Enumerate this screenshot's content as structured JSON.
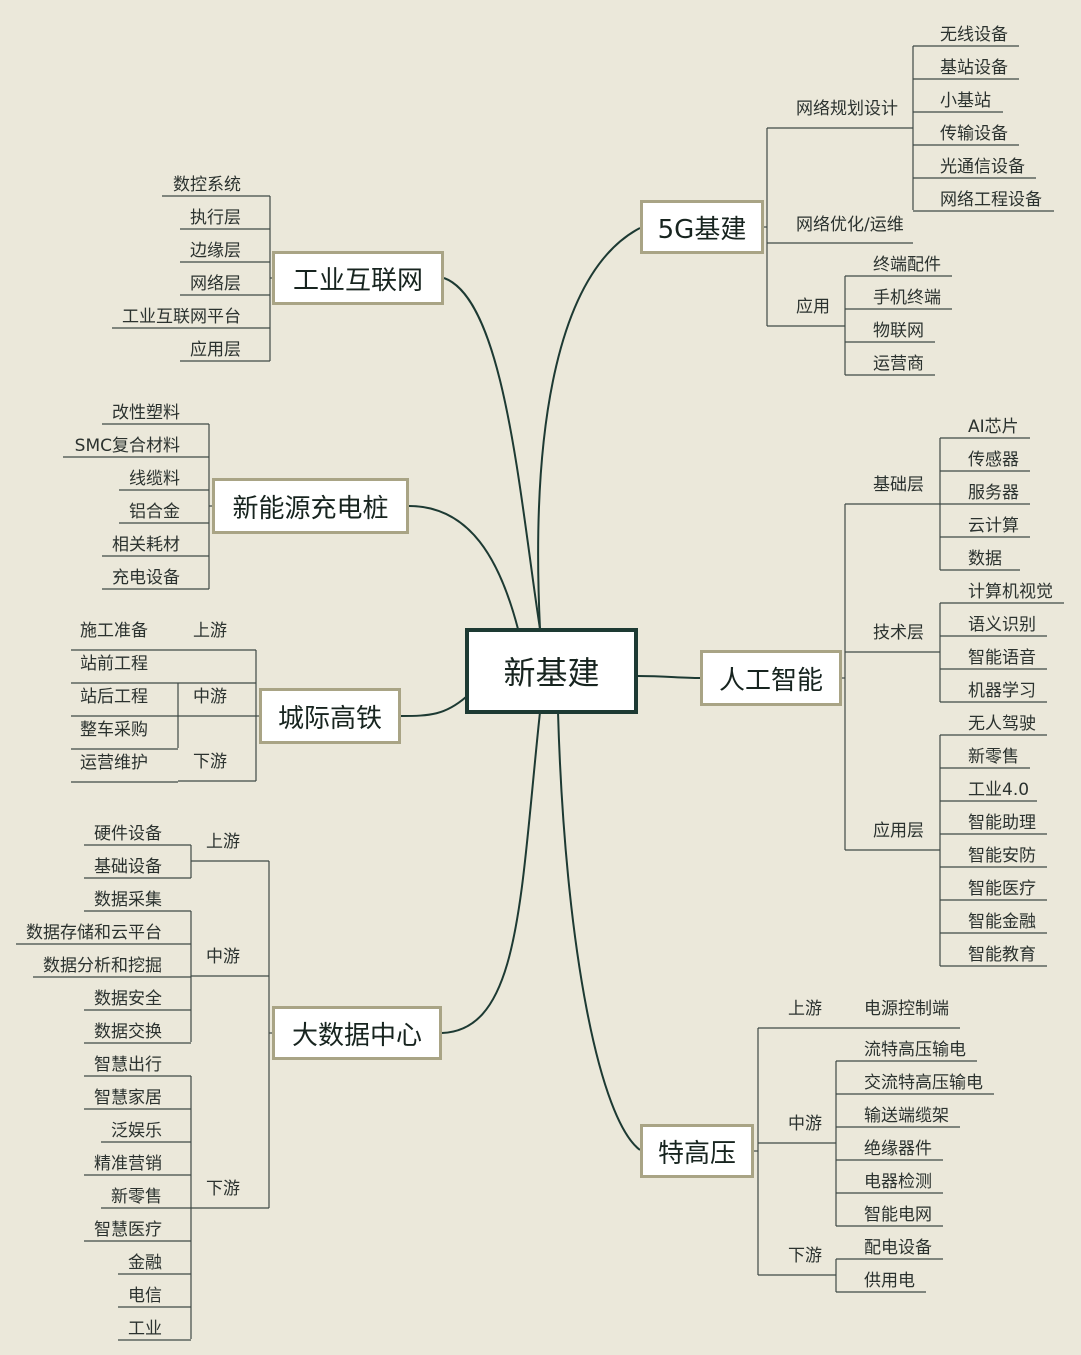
{
  "root": "新基建",
  "branches": {
    "g5": {
      "title": "5G基建",
      "sub": [
        {
          "label": "网络规划设计",
          "items": [
            "无线设备",
            "基站设备",
            "小基站",
            "传输设备",
            "光通信设备",
            "网络工程设备"
          ]
        },
        {
          "label": "网络优化/运维",
          "items": []
        },
        {
          "label": "应用",
          "items": [
            "终端配件",
            "手机终端",
            "物联网",
            "运营商"
          ]
        }
      ]
    },
    "ai": {
      "title": "人工智能",
      "sub": [
        {
          "label": "基础层",
          "items": [
            "AI芯片",
            "传感器",
            "服务器",
            "云计算",
            "数据"
          ]
        },
        {
          "label": "技术层",
          "items": [
            "计算机视觉",
            "语义识别",
            "智能语音",
            "机器学习"
          ]
        },
        {
          "label": "应用层",
          "items": [
            "无人驾驶",
            "新零售",
            "工业4.0",
            "智能助理",
            "智能安防",
            "智能医疗",
            "智能金融",
            "智能教育"
          ]
        }
      ]
    },
    "uhv": {
      "title": "特高压",
      "sub": [
        {
          "label": "上游",
          "items": [
            "电源控制端"
          ]
        },
        {
          "label": "中游",
          "items": [
            "流特高压输电",
            "交流特高压输电",
            "输送端缆架",
            "绝缘器件",
            "电器检测",
            "智能电网"
          ]
        },
        {
          "label": "下游",
          "items": [
            "配电设备",
            "供用电"
          ]
        }
      ]
    },
    "iiot": {
      "title": "工业互联网",
      "items": [
        "数控系统",
        "执行层",
        "边缘层",
        "网络层",
        "工业互联网平台",
        "应用层"
      ]
    },
    "ev": {
      "title": "新能源充电桩",
      "items": [
        "改性塑料",
        "SMC复合材料",
        "线缆料",
        "铝合金",
        "相关耗材",
        "充电设备"
      ]
    },
    "rail": {
      "title": "城际高铁",
      "stages": [
        "上游",
        "中游",
        "下游"
      ],
      "items": [
        "施工准备",
        "站前工程",
        "站后工程",
        "整车采购",
        "运营维护"
      ]
    },
    "bigdata": {
      "title": "大数据中心",
      "sub": [
        {
          "label": "上游",
          "items": [
            "硬件设备",
            "基础设备"
          ]
        },
        {
          "label": "中游",
          "items": [
            "数据采集",
            "数据存储和云平台",
            "数据分析和挖掘",
            "数据安全",
            "数据交换"
          ]
        },
        {
          "label": "下游",
          "items": [
            "智慧出行",
            "智慧家居",
            "泛娱乐",
            "精准营销",
            "新零售",
            "智慧医疗",
            "金融",
            "电信",
            "工业"
          ]
        }
      ]
    }
  },
  "colors": {
    "background": "#ebe8da",
    "node_border": "#a9a485",
    "root_border": "#1d3a33",
    "curve": "#1d3a33",
    "connector": "#3f4a46"
  }
}
